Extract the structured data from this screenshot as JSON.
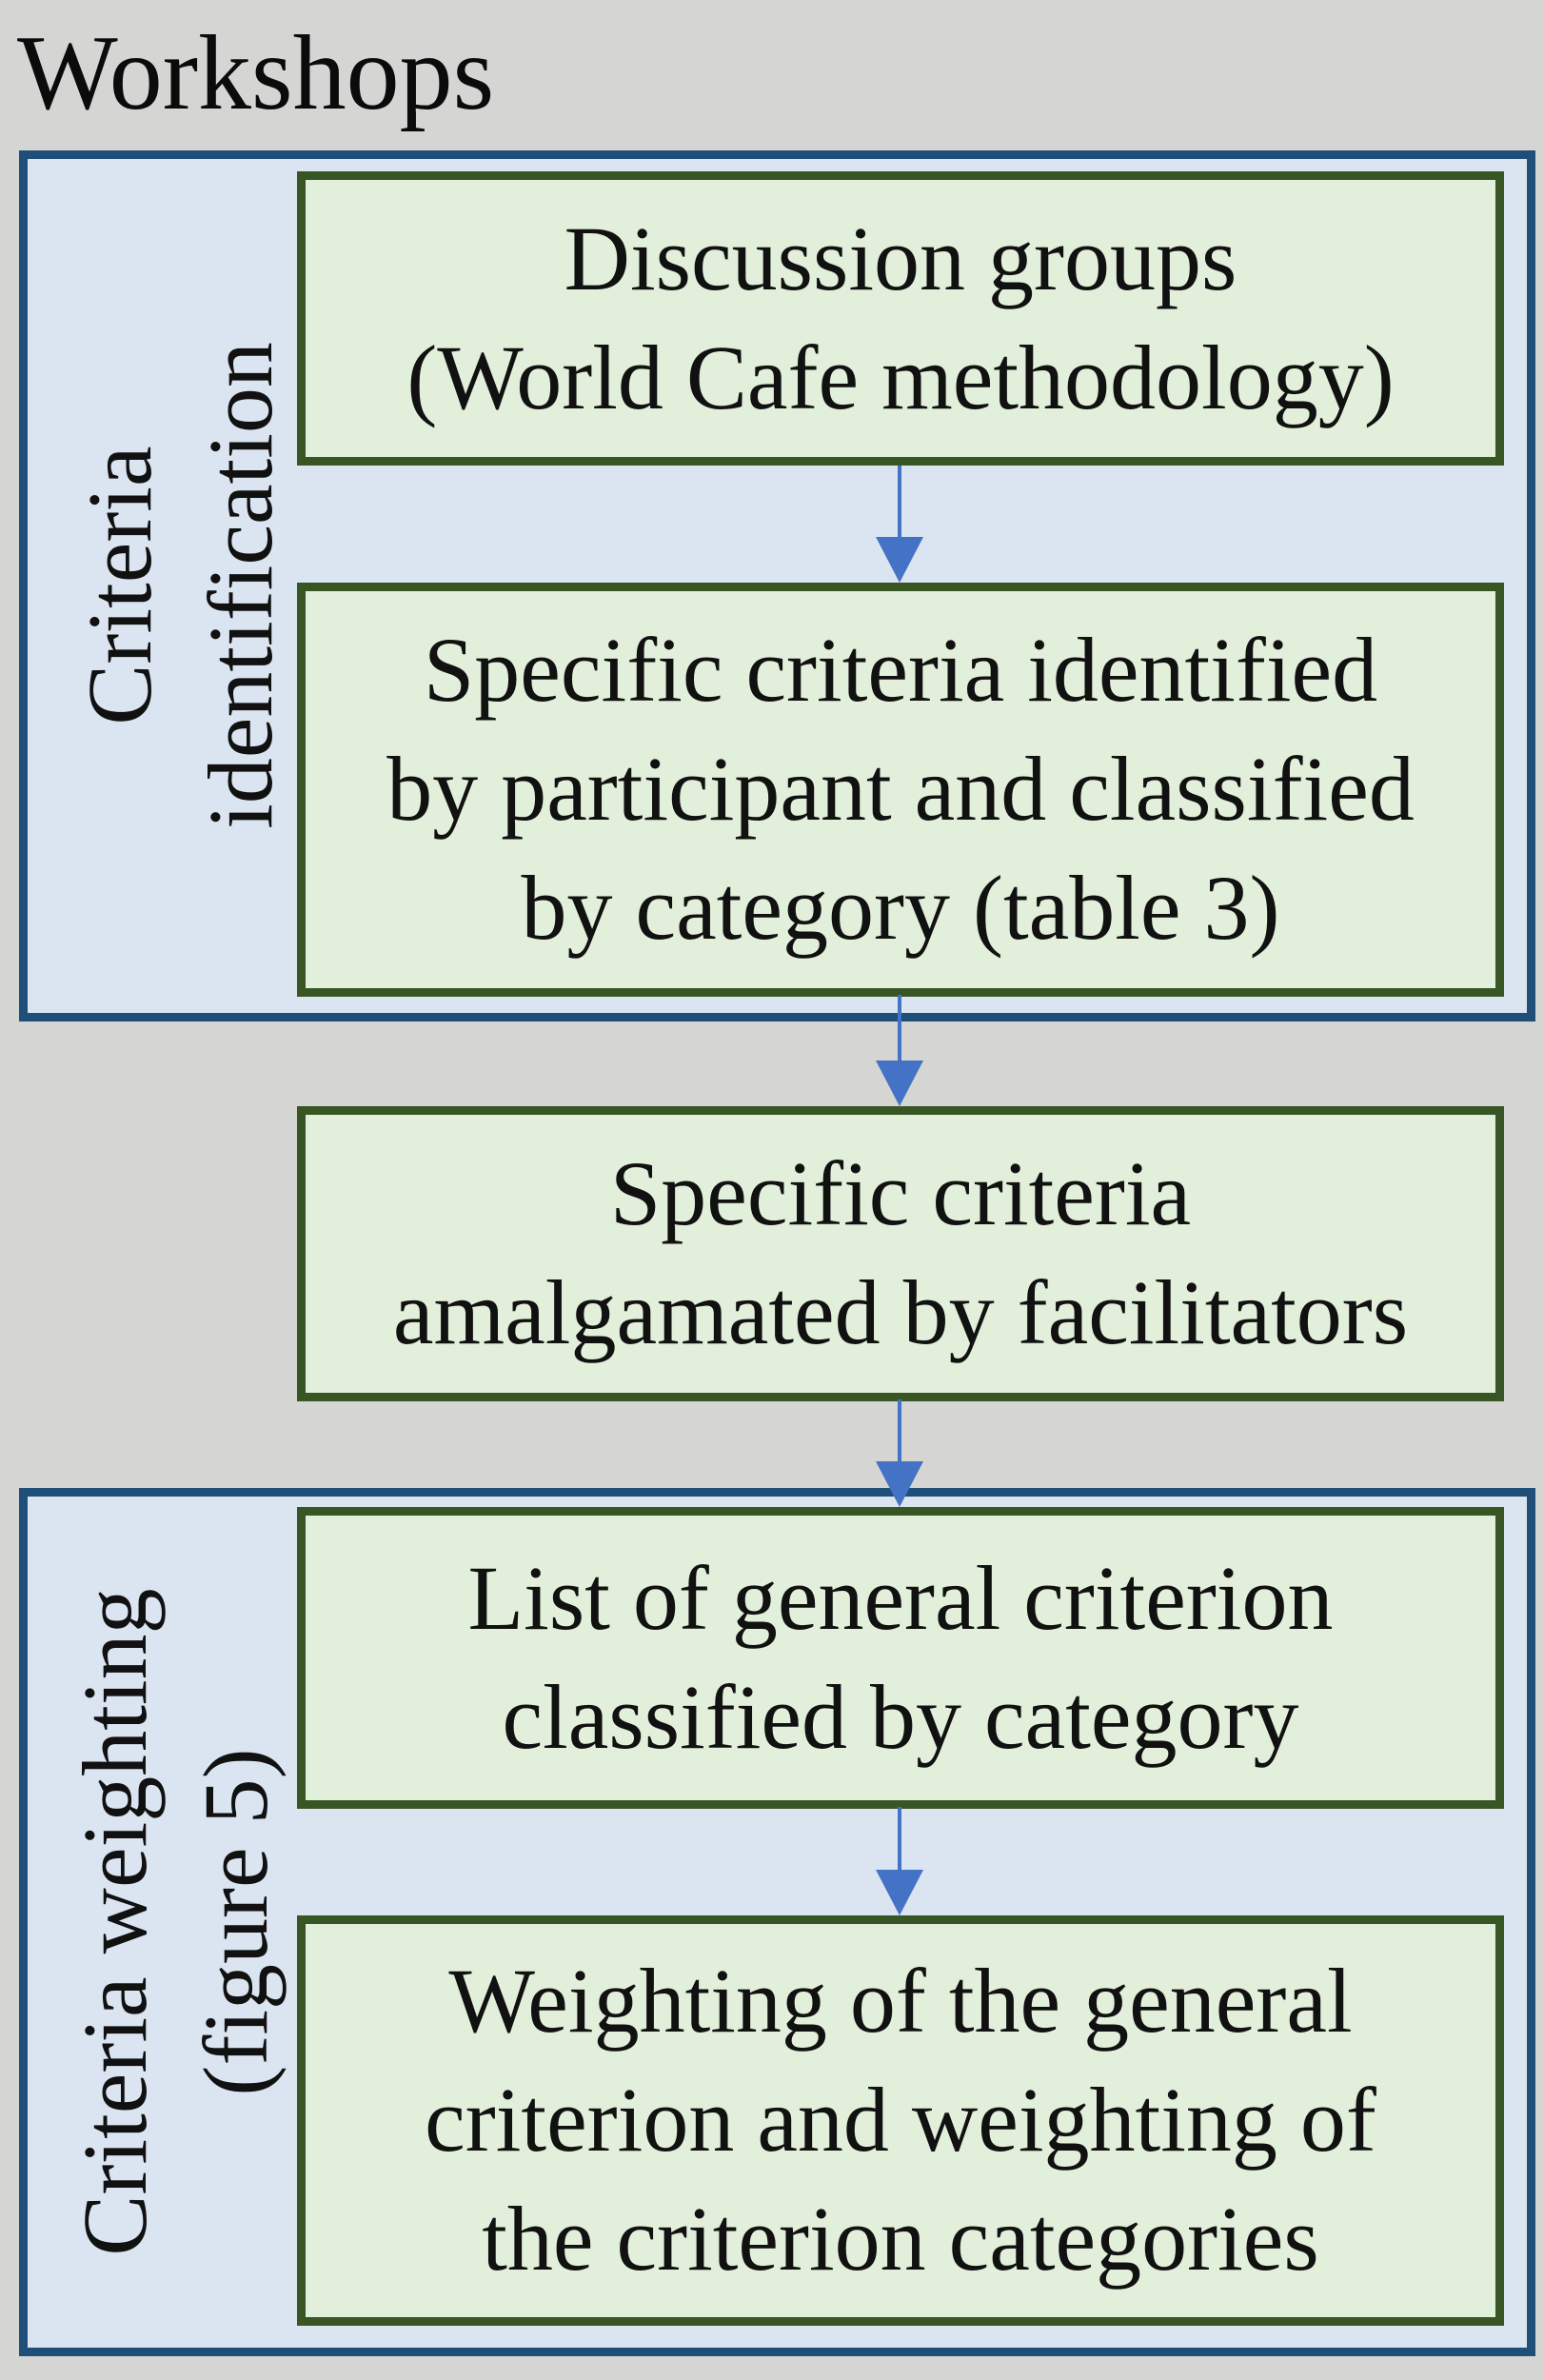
{
  "title": "Workshops",
  "sections": [
    {
      "label": "Criteria\nidentification",
      "boxes": [
        "Discussion groups\n(World Cafe methodology)",
        "Specific criteria identified\nby participant and classified\nby category (table 3)"
      ]
    },
    {
      "label": "Criteria weighting\n(figure 5)",
      "boxes": [
        "List of general criterion\nclassified by category",
        "Weighting of the general\ncriterion and weighting of\nthe criterion categories"
      ]
    }
  ],
  "standalone_box": "Specific criteria\namalgamated by facilitators",
  "colors": {
    "background": "#d5d5d3",
    "container_fill": "#dbe5f1",
    "container_border": "#1f4e79",
    "box_fill": "#e2efda",
    "box_border": "#375623",
    "arrow": "#4472c4",
    "text": "#111111"
  }
}
